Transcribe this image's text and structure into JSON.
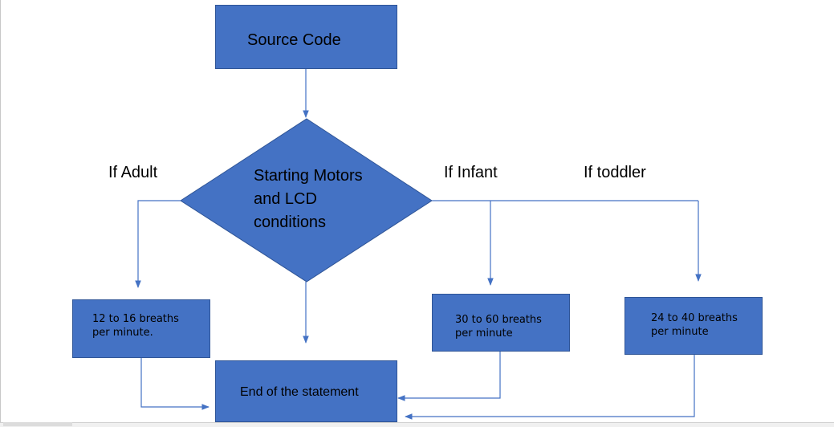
{
  "nodes": {
    "source_code": "Source Code",
    "decision": [
      "Starting Motors",
      "and LCD",
      "conditions"
    ],
    "adult_rate": [
      "12 to 16 breaths",
      "per minute."
    ],
    "infant_rate": [
      "30 to 60 breaths",
      "per minute"
    ],
    "toddler_rate": [
      "24 to 40 breaths",
      "per minute"
    ],
    "end": "End of the statement"
  },
  "branch_labels": {
    "adult": "If Adult",
    "infant": "If Infant",
    "toddler": "If toddler"
  },
  "colors": {
    "fill": "#4472C4",
    "stroke": "#2F5597",
    "connector": "#4472C4"
  }
}
